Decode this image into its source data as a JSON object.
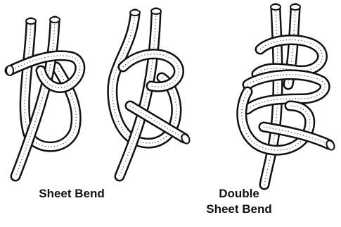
{
  "captions": {
    "sheet_bend": "Sheet Bend",
    "double_line1": "Double",
    "double_line2": "Sheet Bend"
  },
  "icons": [
    "sheet-bend-knot-icon",
    "sheet-bend-tightened-knot-icon",
    "double-sheet-bend-knot-icon"
  ],
  "colors": {
    "ink": "#111111",
    "paper": "#ffffff"
  }
}
